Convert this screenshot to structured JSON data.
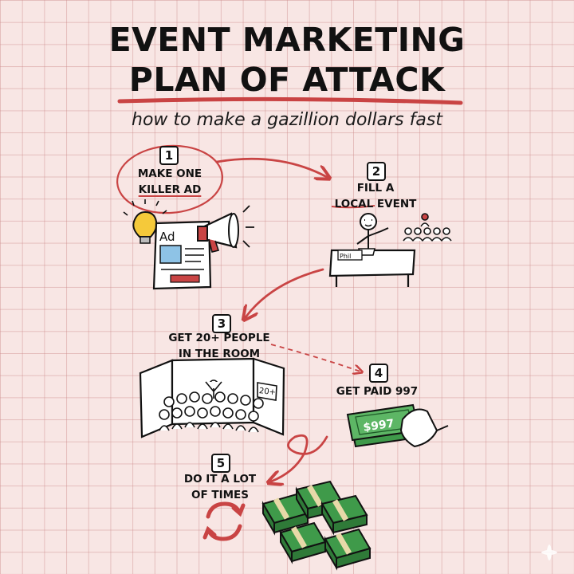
{
  "title": {
    "line1": "EVENT MARKETING",
    "line2": "PLAN OF ATTACK"
  },
  "subtitle": "how to make a gazillion dollars fast",
  "steps": [
    {
      "number": "1",
      "line1": "MAKE ONE",
      "line2": "KILLER AD",
      "icon": "ad-flyer-with-lightbulb-and-megaphone"
    },
    {
      "number": "2",
      "line1": "FILL A",
      "line2": "LOCAL EVENT",
      "icon": "speaker-at-table-with-audience"
    },
    {
      "number": "3",
      "line1": "GET 20+ PEOPLE",
      "line2": "IN THE ROOM",
      "icon": "crowded-room"
    },
    {
      "number": "4",
      "line1": "GET PAID 997",
      "line2": "",
      "icon": "hand-holding-cash"
    },
    {
      "number": "5",
      "line1": "DO IT A LOT",
      "line2": "OF TIMES",
      "icon": "repeat-cycle"
    }
  ],
  "illustrations": {
    "ad_label": "Ad",
    "nameplate": "Phil",
    "room_sign": "20+",
    "cash_label": "$997"
  },
  "colors": {
    "accent_red": "#c94444",
    "ink": "#141414",
    "paper": "#f8e6e4",
    "grid": "#d9a3a3",
    "money_green": "#3f9a4a",
    "bulb_yellow": "#f5c93a",
    "screen_blue": "#8ec3e6"
  }
}
